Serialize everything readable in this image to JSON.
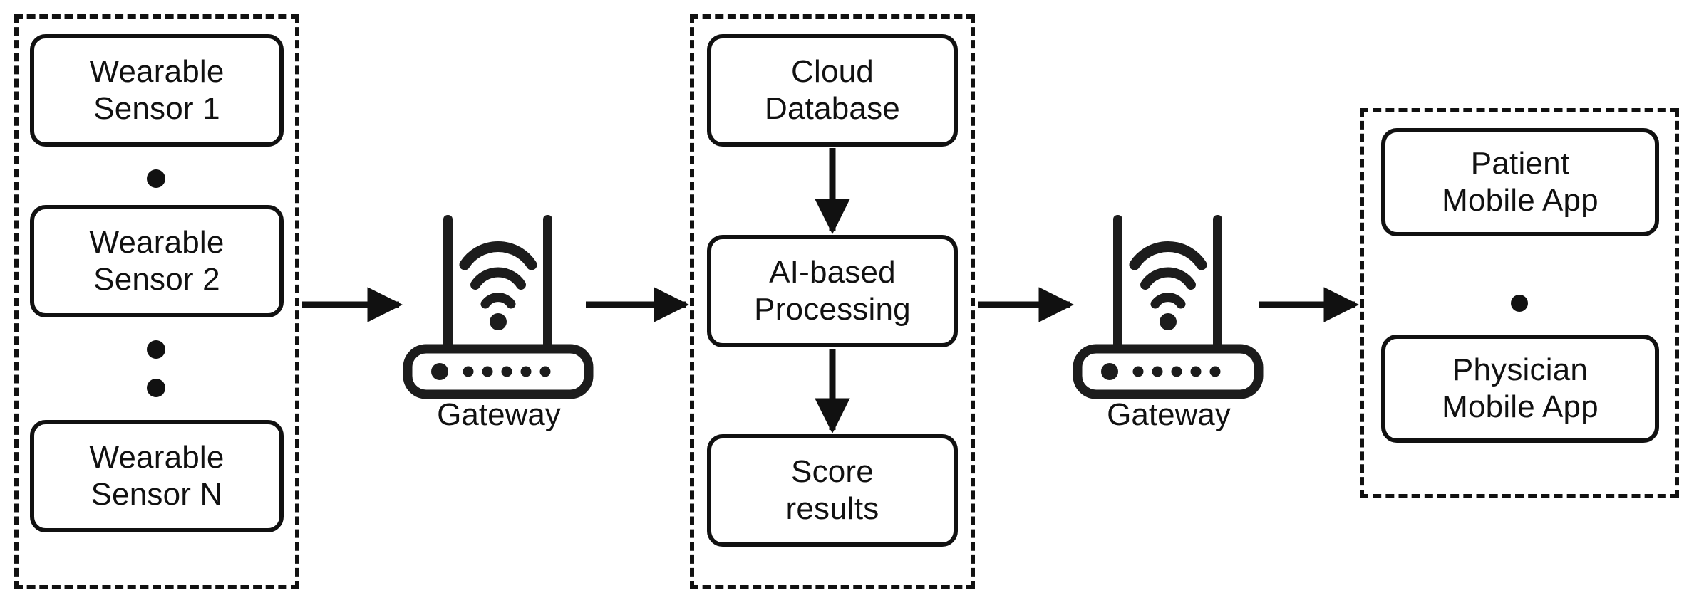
{
  "diagram": {
    "title": "IoT wearable health monitoring system architecture",
    "background_color": "#ffffff",
    "stroke_color": "#111111"
  },
  "groups": [
    {
      "id": "sensors",
      "name": "wearable-sensors-group",
      "border_style": "dashed",
      "nodes": [
        {
          "id": "sensor1",
          "lines": [
            "Wearable",
            "Sensor 1"
          ]
        },
        {
          "id": "sensor2",
          "lines": [
            "Wearable",
            "Sensor 2"
          ]
        },
        {
          "id": "sensorN",
          "lines": [
            "Wearable",
            "Sensor N"
          ]
        }
      ],
      "ellipsis": [
        {
          "id": "sensor-ellipsis-1",
          "dots": 1
        },
        {
          "id": "sensor-ellipsis-2",
          "dots": 2
        }
      ]
    },
    {
      "id": "cloud",
      "name": "cloud-processing-group",
      "border_style": "dashed",
      "nodes": [
        {
          "id": "cloud-database",
          "lines": [
            "Cloud",
            "Database"
          ]
        },
        {
          "id": "ai-processing",
          "lines": [
            "AI-based",
            "Processing"
          ]
        },
        {
          "id": "score-results",
          "lines": [
            "Score",
            "results"
          ]
        }
      ]
    },
    {
      "id": "apps",
      "name": "mobile-apps-group",
      "border_style": "dashed",
      "nodes": [
        {
          "id": "patient-app",
          "lines": [
            "Patient",
            "Mobile App"
          ]
        },
        {
          "id": "physician-app",
          "lines": [
            "Physician",
            "Mobile App"
          ]
        }
      ],
      "ellipsis": [
        {
          "id": "apps-ellipsis",
          "dots": 1
        }
      ]
    }
  ],
  "gateways": [
    {
      "id": "gateway-left",
      "label": "Gateway",
      "icon": "wifi-router-icon",
      "indicator_dots": 6
    },
    {
      "id": "gateway-right",
      "label": "Gateway",
      "icon": "wifi-router-icon",
      "indicator_dots": 6
    }
  ],
  "arrows": [
    {
      "id": "arrow-sensors-to-gateway-left",
      "direction": "right",
      "from": "sensors",
      "to": "gateway-left"
    },
    {
      "id": "arrow-gateway-left-to-cloud",
      "direction": "right",
      "from": "gateway-left",
      "to": "cloud"
    },
    {
      "id": "arrow-cloud-to-gateway-right",
      "direction": "right",
      "from": "cloud",
      "to": "gateway-right"
    },
    {
      "id": "arrow-gateway-right-to-apps",
      "direction": "right",
      "from": "gateway-right",
      "to": "apps"
    },
    {
      "id": "arrow-database-to-ai",
      "direction": "down",
      "from": "cloud-database",
      "to": "ai-processing"
    },
    {
      "id": "arrow-ai-to-score",
      "direction": "down",
      "from": "ai-processing",
      "to": "score-results"
    }
  ],
  "labels": {
    "sensor1_line1": "Wearable",
    "sensor1_line2": "Sensor 1",
    "sensor2_line1": "Wearable",
    "sensor2_line2": "Sensor 2",
    "sensorN_line1": "Wearable",
    "sensorN_line2": "Sensor N",
    "cloud_db_line1": "Cloud",
    "cloud_db_line2": "Database",
    "ai_line1": "AI-based",
    "ai_line2": "Processing",
    "score_line1": "Score",
    "score_line2": "results",
    "patient_line1": "Patient",
    "patient_line2": "Mobile App",
    "physician_line1": "Physician",
    "physician_line2": "Mobile App",
    "gateway_left": "Gateway",
    "gateway_right": "Gateway"
  }
}
